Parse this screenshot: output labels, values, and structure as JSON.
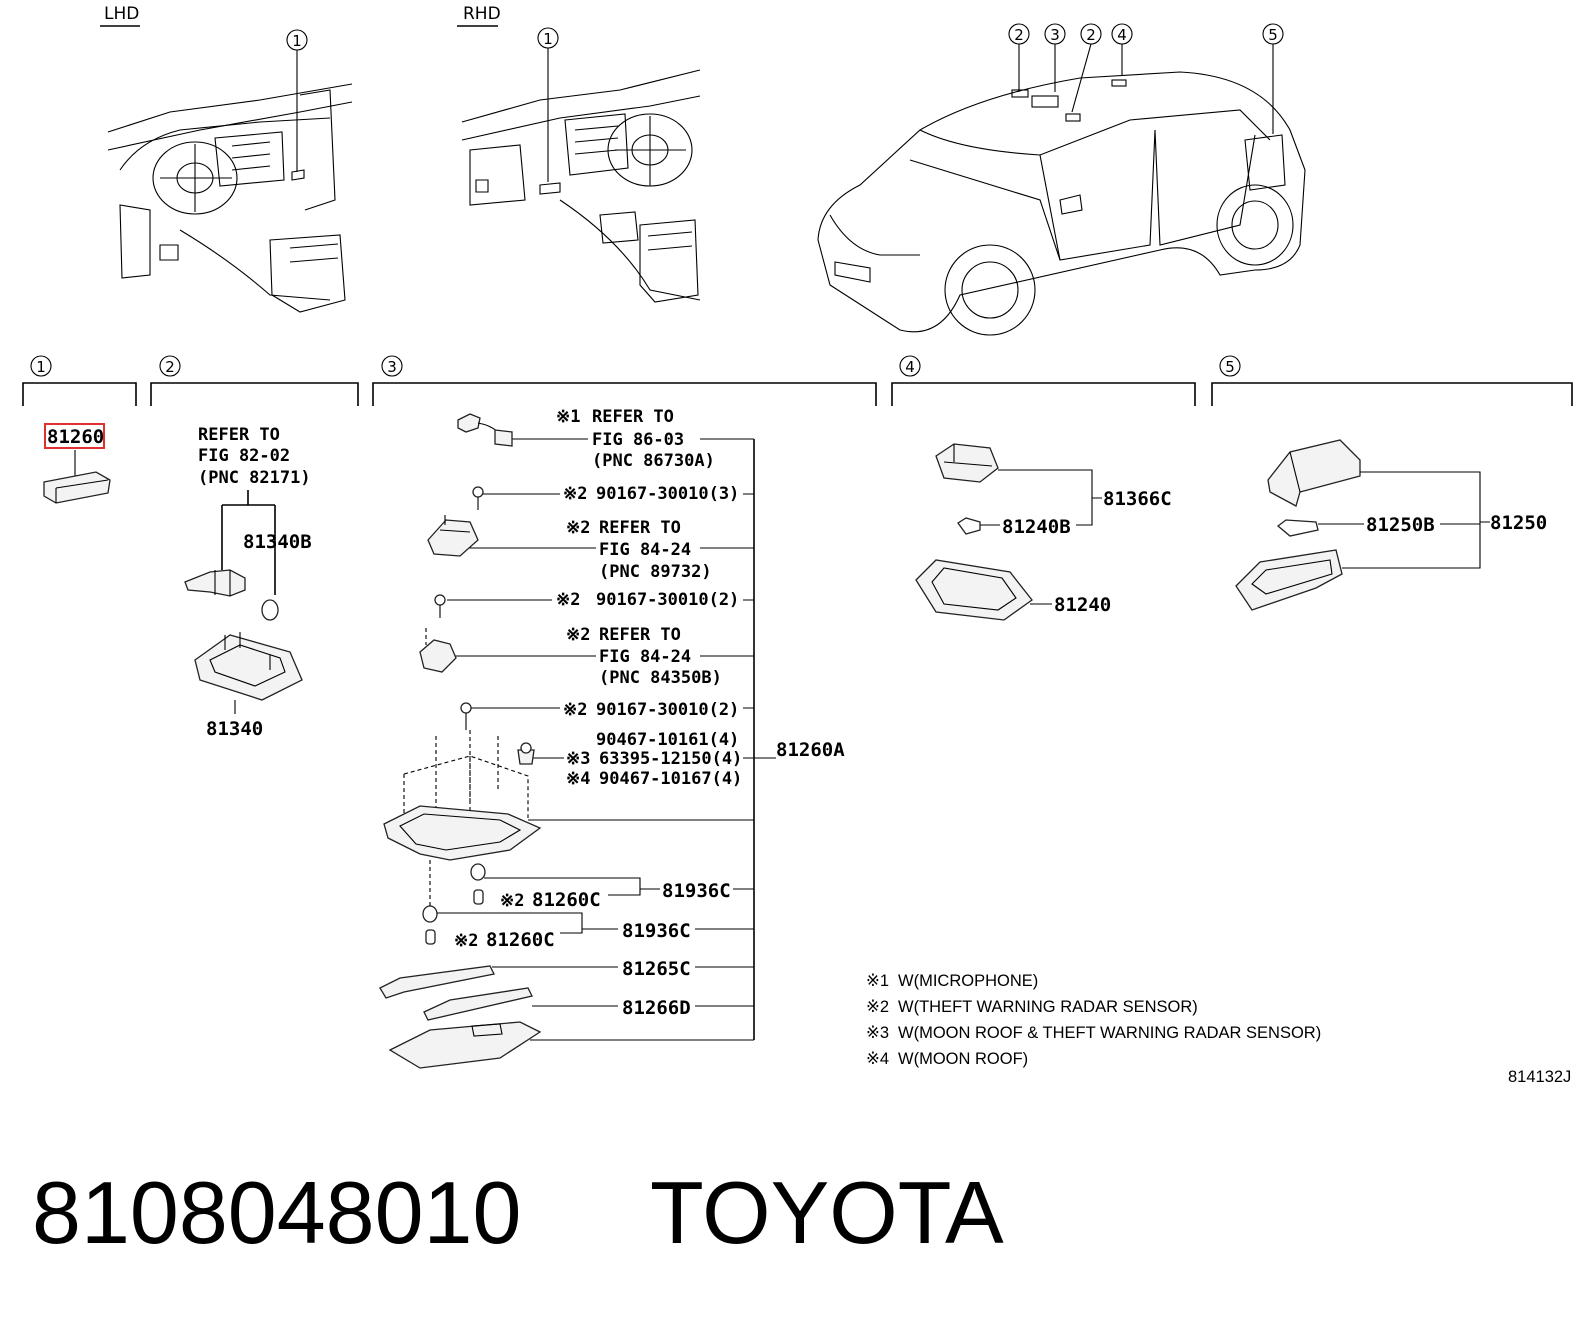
{
  "views": {
    "lhd_label": "LHD",
    "rhd_label": "RHD",
    "lhd_callout": "1",
    "rhd_callout": "1",
    "car_callouts": [
      "2",
      "3",
      "2",
      "4",
      "5"
    ]
  },
  "sections": [
    {
      "number": "1"
    },
    {
      "number": "2"
    },
    {
      "number": "3"
    },
    {
      "number": "4"
    },
    {
      "number": "5"
    }
  ],
  "section1": {
    "part": "81260"
  },
  "section2": {
    "refer": [
      "REFER TO",
      "FIG 82-02",
      "(PNC 82171)"
    ],
    "bulb": "81340B",
    "lamp": "81340"
  },
  "section3": {
    "rows": [
      {
        "mark": "※1",
        "text": "REFER TO"
      },
      {
        "mark": "",
        "text": "FIG 86-03"
      },
      {
        "mark": "",
        "text": "(PNC 86730A)"
      },
      {
        "mark": "※2",
        "text": "90167-30010(3)"
      },
      {
        "mark": "※2",
        "text": "REFER TO"
      },
      {
        "mark": "",
        "text": "FIG 84-24"
      },
      {
        "mark": "",
        "text": "(PNC 89732)"
      },
      {
        "mark": "※2",
        "text": "90167-30010(2)"
      },
      {
        "mark": "※2",
        "text": "REFER TO"
      },
      {
        "mark": "",
        "text": "FIG 84-24"
      },
      {
        "mark": "",
        "text": "(PNC 84350B)"
      },
      {
        "mark": "※2",
        "text": "90167-30010(2)"
      },
      {
        "mark": "",
        "text": "90467-10161(4)"
      },
      {
        "mark": "※3",
        "text": "63395-12150(4)"
      },
      {
        "mark": "※4",
        "text": "90467-10167(4)"
      }
    ],
    "assembly": "81260A",
    "socket_a": "81936C",
    "bulb_a_mark": "※2",
    "bulb_a": "81260C",
    "socket_b": "81936C",
    "bulb_b_mark": "※2",
    "bulb_b": "81260C",
    "lens": "81265C",
    "cover": "81266D"
  },
  "section4": {
    "sub": "81366C",
    "bulb": "81240B",
    "lamp": "81240"
  },
  "section5": {
    "bulb": "81250B",
    "lamp": "81250"
  },
  "legend": [
    {
      "mark": "※1",
      "text": "W(MICROPHONE)"
    },
    {
      "mark": "※2",
      "text": "W(THEFT WARNING RADAR SENSOR)"
    },
    {
      "mark": "※3",
      "text": "W(MOON ROOF & THEFT WARNING RADAR SENSOR)"
    },
    {
      "mark": "※4",
      "text": "W(MOON ROOF)"
    }
  ],
  "figure_code": "814132J",
  "part_number": "8108048010",
  "brand": "TOYOTA",
  "colors": {
    "highlight": "#e03030",
    "ink": "#000000"
  }
}
